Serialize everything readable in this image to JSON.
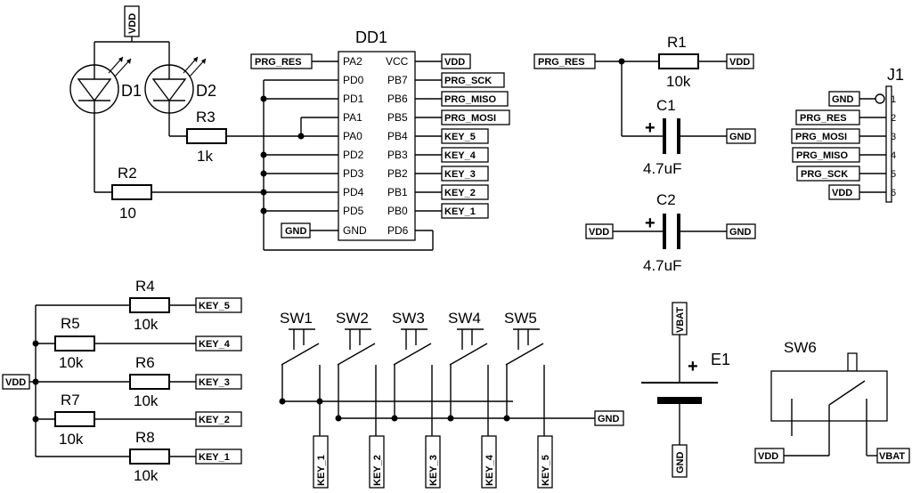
{
  "dd1": {
    "name": "DD1",
    "left_pins": [
      "PA2",
      "PD0",
      "PD1",
      "PA1",
      "PA0",
      "PD2",
      "PD3",
      "PD4",
      "PD5",
      "GND"
    ],
    "right_pins": [
      "VCC",
      "PB7",
      "PB6",
      "PB5",
      "PB4",
      "PB3",
      "PB2",
      "PB1",
      "PB0",
      "PD6"
    ]
  },
  "nets": {
    "vdd": "VDD",
    "gnd": "GND",
    "vbat": "VBAT",
    "prg_res": "PRG_RES",
    "prg_sck": "PRG_SCK",
    "prg_miso": "PRG_MISO",
    "prg_mosi": "PRG_MOSI",
    "key_1": "KEY_1",
    "key_2": "KEY_2",
    "key_3": "KEY_3",
    "key_4": "KEY_4",
    "key_5": "KEY_5"
  },
  "parts": {
    "d1": "D1",
    "d2": "D2",
    "r1": {
      "name": "R1",
      "value": "10k"
    },
    "r2": {
      "name": "R2",
      "value": "10"
    },
    "r3": {
      "name": "R3",
      "value": "1k"
    },
    "r4": {
      "name": "R4",
      "value": "10k"
    },
    "r5": {
      "name": "R5",
      "value": "10k"
    },
    "r6": {
      "name": "R6",
      "value": "10k"
    },
    "r7": {
      "name": "R7",
      "value": "10k"
    },
    "r8": {
      "name": "R8",
      "value": "10k"
    },
    "c1": {
      "name": "C1",
      "value": "4.7uF"
    },
    "c2": {
      "name": "C2",
      "value": "4.7uF"
    },
    "sw1": "SW1",
    "sw2": "SW2",
    "sw3": "SW3",
    "sw4": "SW4",
    "sw5": "SW5",
    "sw6": "SW6",
    "e1": "E1",
    "e1_plus": "+",
    "cap_plus": "+"
  },
  "j1": {
    "name": "J1",
    "pins": [
      {
        "num": "1",
        "net": "GND"
      },
      {
        "num": "2",
        "net": "PRG_RES"
      },
      {
        "num": "3",
        "net": "PRG_MOSI"
      },
      {
        "num": "4",
        "net": "PRG_MISO"
      },
      {
        "num": "5",
        "net": "PRG_SCK"
      },
      {
        "num": "6",
        "net": "VDD"
      }
    ]
  }
}
